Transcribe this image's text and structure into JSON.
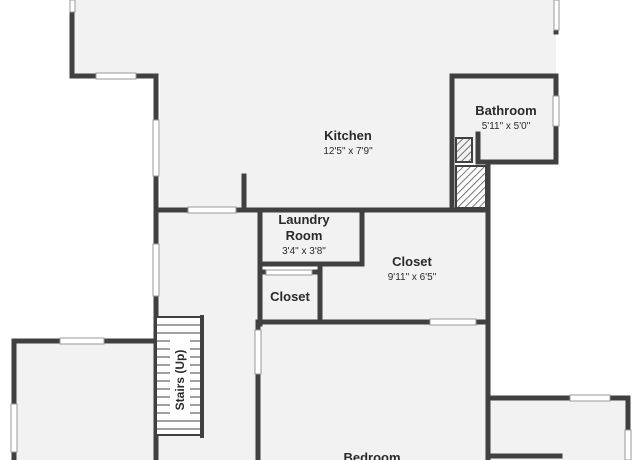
{
  "rooms": {
    "kitchen": {
      "name": "Kitchen",
      "dims": "12'5\" x 7'9\""
    },
    "bathroom": {
      "name": "Bathroom",
      "dims": "5'11\" x 5'0\""
    },
    "laundry": {
      "name_line1": "Laundry",
      "name_line2": "Room",
      "dims": "3'4\" x 3'8\""
    },
    "closet_large": {
      "name": "Closet",
      "dims": "9'11\" x 6'5\""
    },
    "closet_small": {
      "name": "Closet"
    },
    "stairs": {
      "name": "Stairs (Up)"
    },
    "bedroom": {
      "name": "Bedroom"
    }
  }
}
